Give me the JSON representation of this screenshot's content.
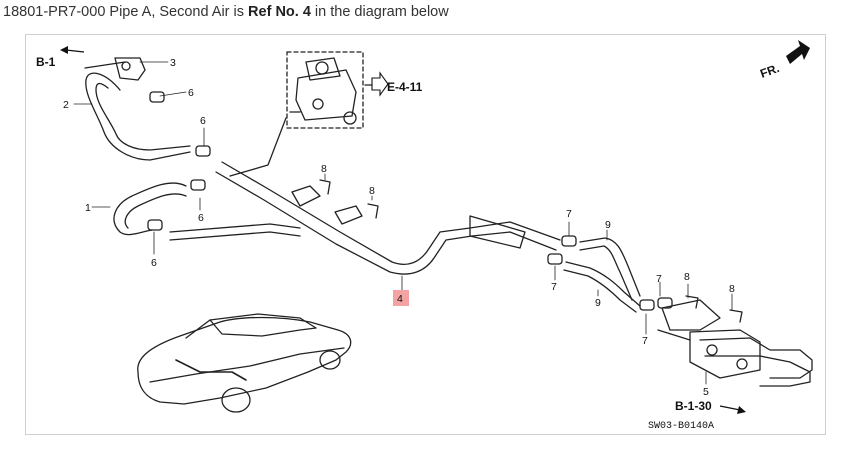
{
  "caption": {
    "part_text": "18801-PR7-000 Pipe A, Second Air is ",
    "ref_text": "Ref No. 4",
    "suffix_text": " in the diagram below"
  },
  "diagram": {
    "ref_highlight": "4",
    "ref_highlight_color": "#f4a3a3",
    "callouts": {
      "b1_top": "B-1",
      "e411": "E-4-11",
      "fr": "FR.",
      "b130": "B-1-30",
      "code": "SW03-B0140A"
    },
    "part_numbers": {
      "n1": "1",
      "n2": "2",
      "n3": "3",
      "n6a": "6",
      "n6b": "6",
      "n6c": "6",
      "n6d": "6",
      "n8a": "8",
      "n8b": "8",
      "n8c": "8",
      "n8d": "8",
      "n7a": "7",
      "n7b": "7",
      "n7c": "7",
      "n7d": "7",
      "n9a": "9",
      "n9b": "9",
      "n5": "5"
    }
  }
}
